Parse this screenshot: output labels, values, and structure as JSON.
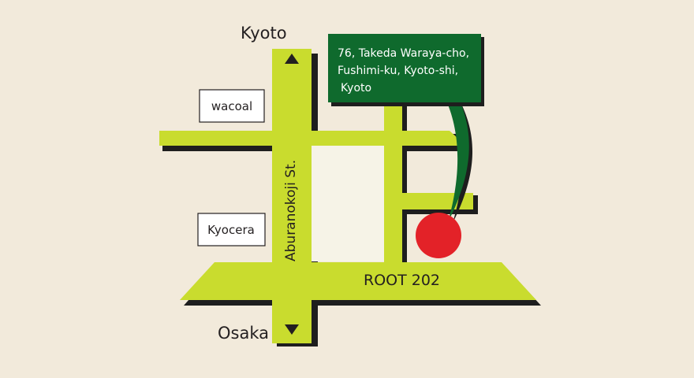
{
  "labels": {
    "north_city": "Kyoto",
    "south_city": "Osaka",
    "vertical_street": "Aburanokoji St.",
    "route": "ROOT 202"
  },
  "landmarks": {
    "top": "wacoal",
    "bottom": "Kyocera"
  },
  "address": {
    "line1": "76, Takeda Waraya-cho,",
    "line2": "Fushimi-ku, Kyoto-shi,",
    "line3": "Kyoto"
  },
  "colors": {
    "background": "#f2eadb",
    "road": "#c9dc2e",
    "road_shadow": "#1e1e1e",
    "block": "#f6f3e7",
    "callout": "#0f6a2d",
    "marker": "#e32228"
  }
}
